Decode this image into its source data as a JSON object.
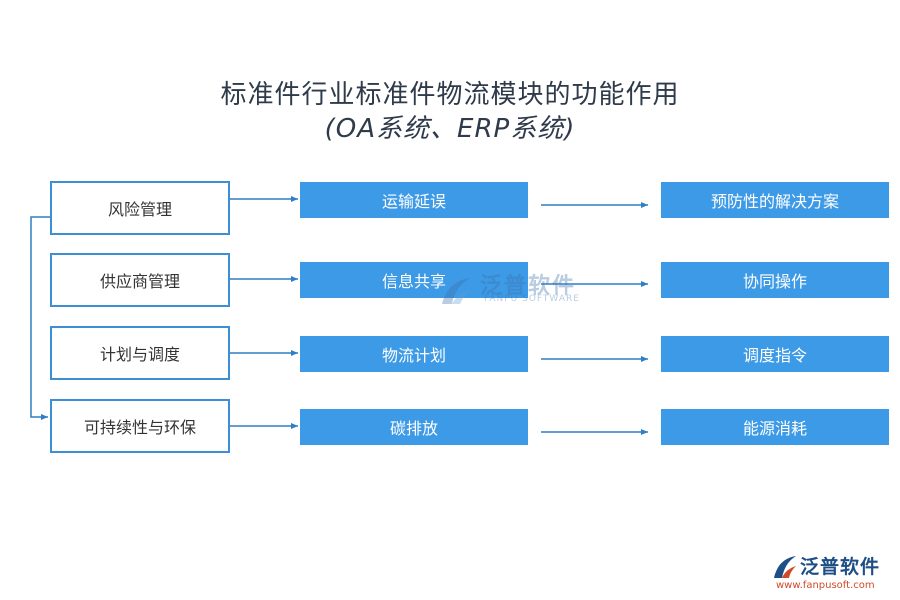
{
  "title": {
    "line1": "标准件行业标准件物流模块的功能作用",
    "line2": "(OA系统、ERP系统)"
  },
  "left_column": [
    {
      "label": "风险管理"
    },
    {
      "label": "供应商管理"
    },
    {
      "label": "计划与调度"
    },
    {
      "label": "可持续性与环保"
    }
  ],
  "middle_column": [
    {
      "label": "运输延误"
    },
    {
      "label": "信息共享"
    },
    {
      "label": "物流计划"
    },
    {
      "label": "碳排放"
    }
  ],
  "right_column": [
    {
      "label": "预防性的解决方案"
    },
    {
      "label": "协同操作"
    },
    {
      "label": "调度指令"
    },
    {
      "label": "能源消耗"
    }
  ],
  "watermark": {
    "name": "泛普软件",
    "english": "FANPU SOFTWARE"
  },
  "logo": {
    "name": "泛普软件",
    "url": "www.fanpusoft.com"
  },
  "colors": {
    "box_border": "#3c8fd4",
    "box_fill": "#3d9ae6",
    "arrow": "#2f7fc4",
    "title": "#2f3a4a"
  }
}
